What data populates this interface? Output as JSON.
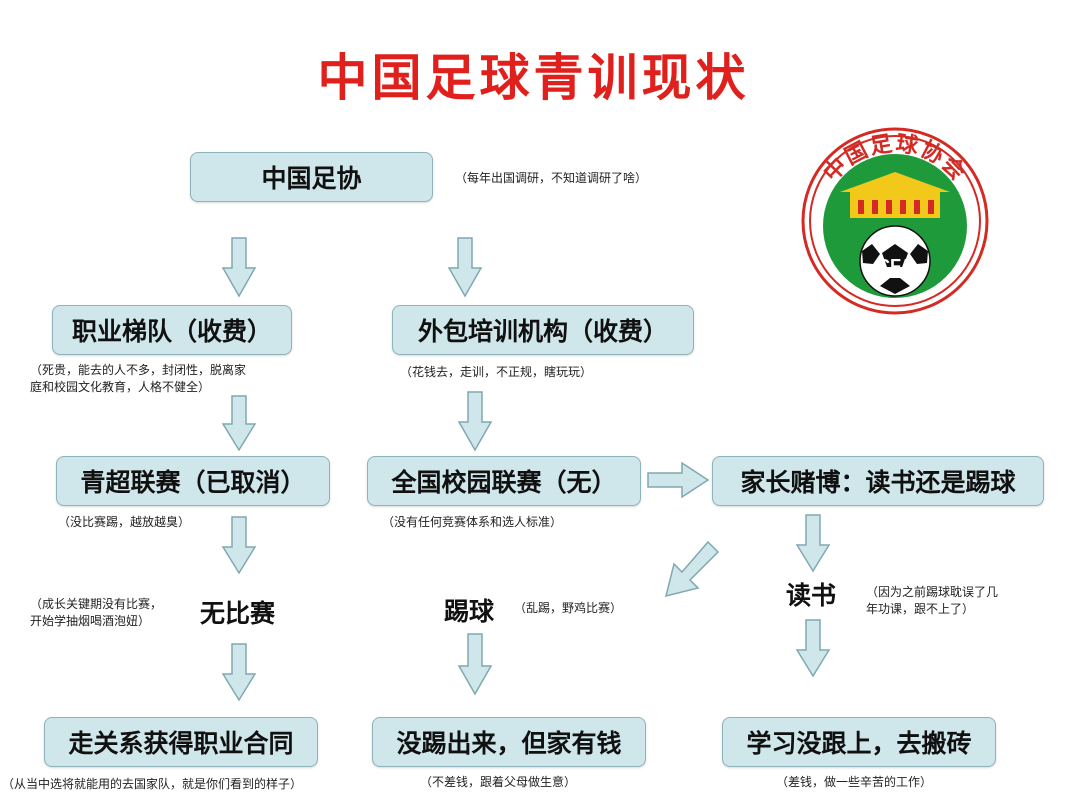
{
  "title": "中国足球青训现状",
  "nodes": {
    "cfa": "中国足协",
    "pro_youth": "职业梯队（收费）",
    "outsourced": "外包培训机构（收费）",
    "youth_league": "青超联赛（已取消）",
    "campus_league": "全国校园联赛（无）",
    "parents_gamble": "家长赌博：读书还是踢球",
    "no_matches": "无比赛",
    "play_football": "踢球",
    "study": "读书",
    "connections": "走关系获得职业合同",
    "not_made_it": "没踢出来，但家有钱",
    "fell_behind": "学习没跟上，去搬砖"
  },
  "notes": {
    "cfa": "（每年出国调研，不知道调研了啥）",
    "pro_youth_1": "（死贵，能去的人不多，封闭性，脱离家",
    "pro_youth_2": "庭和校园文化教育，人格不健全）",
    "outsourced": "（花钱去，走训，不正规，瞎玩玩）",
    "youth_league": "（没比赛踢，越放越臭）",
    "campus_league": "（没有任何竞赛体系和选人标准）",
    "no_matches_1": "（成长关键期没有比赛，",
    "no_matches_2": "开始学抽烟喝酒泡妞）",
    "play_football": "（乱踢，野鸡比赛）",
    "study_1": "（因为之前踢球耽误了几",
    "study_2": "年功课，跟不上了）",
    "connections": "（从当中选将就能用的去国家队，就是你们看到的样子）",
    "not_made_it": "（不差钱，跟着父母做生意）",
    "fell_behind": "（差钱，做一些辛苦的工作）"
  },
  "logo": {
    "text": "中国足球协会",
    "ball_text": "CFA",
    "green": "#1e9a3a",
    "red": "#d42a24",
    "yellow": "#f2c81b"
  },
  "colors": {
    "title": "#e0201c",
    "box_fill": "#cfe6ea",
    "box_border": "#8fb3ba"
  }
}
